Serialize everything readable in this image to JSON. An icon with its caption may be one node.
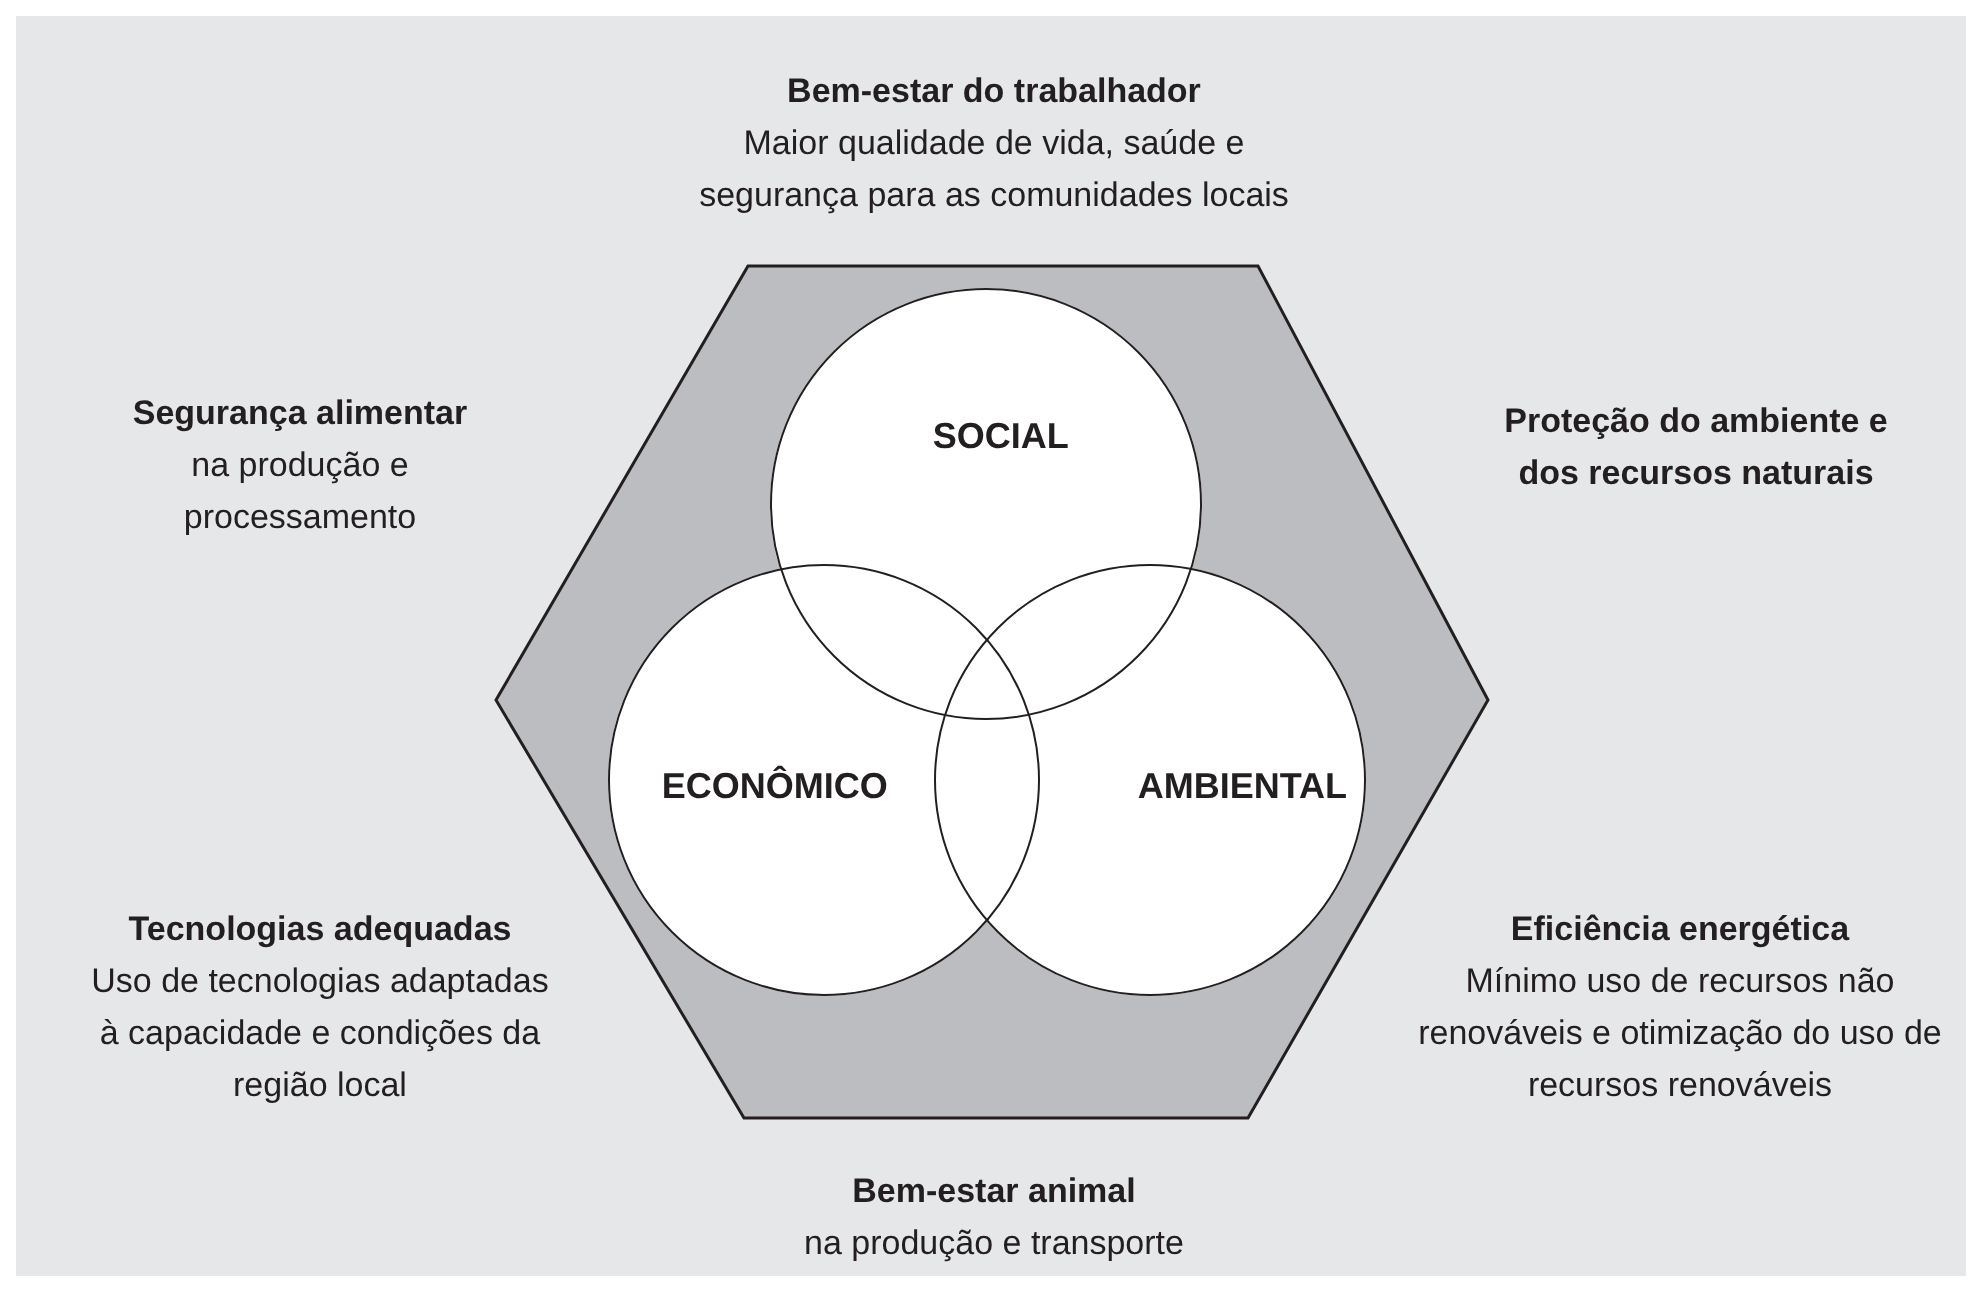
{
  "diagram": {
    "nodes": [
      {
        "text": [],
        "shape": "hexagon"
      },
      {
        "text": [
          "SOCIAL"
        ],
        "in": 0
      },
      {
        "text": [
          "ECONÔMICO"
        ],
        "in": 0
      },
      {
        "text": [
          "AMBIENTAL"
        ],
        "in": 0
      }
    ],
    "labels": [
      "Bem-estar do trabalhador",
      "Maior qualidade de vida, saúde e segurança para as comunidades locais",
      "Segurança alimentar",
      "na produção e processamento",
      "Proteção do ambiente e dos recursos naturais",
      "Tecnologias adequadas",
      "Uso de tecnologias adaptadas à capacidade e condições da região local",
      "Eficiência energética",
      "Mínimo uso de recursos não renováveis e otimização do uso de recursos renováveis",
      "Bem-estar animal",
      "na produção e transporte"
    ]
  }
}
